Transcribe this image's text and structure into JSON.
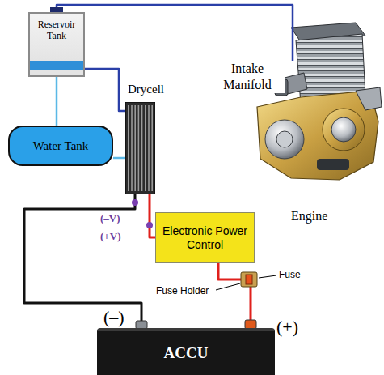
{
  "diagram": {
    "nodes": [
      {
        "text": [
          "Reservoir Tank"
        ]
      },
      {
        "text": [
          "Water Tank"
        ]
      },
      {
        "text": [
          "Drycell"
        ]
      },
      {
        "text": [
          "Electronic Power Control"
        ]
      },
      {
        "text": [
          "ACCU"
        ]
      },
      {
        "text": [
          "Intake Manifold",
          "Engine"
        ]
      }
    ],
    "edges": [
      {
        "from": 0,
        "to": 1,
        "arrow": "none"
      },
      {
        "from": 1,
        "to": 2,
        "arrow": "none"
      },
      {
        "from": 2,
        "to": 0,
        "arrow": "none"
      },
      {
        "from": 0,
        "to": 5,
        "arrow": "none"
      },
      {
        "from": 2,
        "to": 4,
        "arrow": "none"
      },
      {
        "from": 2,
        "to": 3,
        "arrow": "none"
      },
      {
        "from": 3,
        "to": 4,
        "arrow": "none"
      }
    ],
    "labels": [
      "(–V)",
      "(+V)",
      "Fuse",
      "Fuse Holder",
      "(–)",
      "(+)"
    ]
  }
}
